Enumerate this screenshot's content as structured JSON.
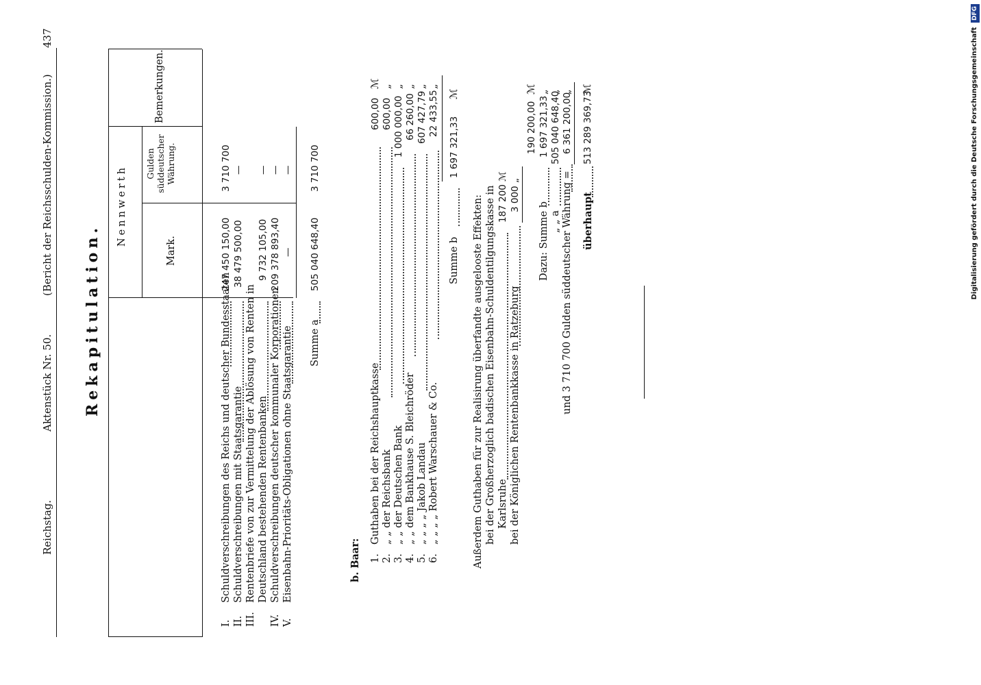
{
  "header": {
    "left": "Reichstag.",
    "middle": "Aktenstück Nr. 50.",
    "right": "(Bericht der Reichsschulden-Kommission.)",
    "page_number": "437"
  },
  "title": "Rekapitulation.",
  "table": {
    "col_nennwerth": "Nennwerth",
    "col_mark": "Mark.",
    "col_gulden": "Gulden süddeutscher Währung.",
    "col_bemerkungen": "Bemerkungen.",
    "rows": [
      {
        "num": "I.",
        "label": "Schuldverschreibungen des Reichs und deutscher Bundesstaaten",
        "mark": "247 450 150,00",
        "gulden": "3 710 700"
      },
      {
        "num": "II.",
        "label": "Schuldverschreibungen mit Staatsgarantie",
        "mark": "38 479 500,00",
        "gulden": "—"
      },
      {
        "num": "III.",
        "label": "Rentenbriefe von zur Vermittelung der Ablösung von Renten in",
        "label2": "Deutschland bestehenden Rentenbanken",
        "mark": "9 732 105,00",
        "gulden": "—"
      },
      {
        "num": "IV.",
        "label": "Schuldverschreibungen deutscher kommunaler Korporationen",
        "mark": "209 378 893,40",
        "gulden": "—"
      },
      {
        "num": "V.",
        "label": "Eisenbahn-Prioritäts-Obligationen ohne Staatsgarantie",
        "mark": "—",
        "gulden": "—"
      }
    ],
    "summe_label": "Summe a",
    "summe_mark": "505 040 648,40",
    "summe_gulden": "3 710 700"
  },
  "baar": {
    "heading": "b. Baar:",
    "rows": [
      {
        "num": "1.",
        "label": "Guthaben bei der Reichshauptkasse",
        "value": "600,00",
        "unit": "ℳ"
      },
      {
        "num": "2.",
        "label": "„ „ der Reichsbank",
        "value": "600,00",
        "unit": "„"
      },
      {
        "num": "3.",
        "label": "„ „ der Deutschen Bank",
        "value": "1 000 000,00",
        "unit": "„"
      },
      {
        "num": "4.",
        "label": "„ „ dem Bankhause S. Bleichröder",
        "value": "66 260,00",
        "unit": "„"
      },
      {
        "num": "5.",
        "label": "„ „ „ „ Jakob Landau",
        "value": "607 427,79",
        "unit": "„"
      },
      {
        "num": "6.",
        "label": "„ „ „ „ Robert Warschauer & Co.",
        "value": "22 433,55",
        "unit": "„"
      }
    ],
    "summe_label": "Summe b",
    "summe_value": "1 697 321,33",
    "summe_unit": "ℳ"
  },
  "ausserdem": {
    "line1": "Außerdem Guthaben für zur Realisirung überfandte ausgelooste Effekten:",
    "line2": "bei der Großherzoglich badischen Eisenbahn-Schuldentilgungskasse in",
    "line3": "Karlsruhe",
    "line3_value": "187 200 ℳ",
    "line4": "bei der Königlichen Rentenbankkasse in Ratzeburg",
    "line4_value": "3 000 „"
  },
  "final": {
    "dazu_label": "Dazu: Summe b",
    "summe_a_label": "„ „ a",
    "und_label": "und 3 710 700 Gulden süddeutscher Währung =",
    "ueberhaupt_label": "überhaupt",
    "v1": "190 200,00",
    "u1": "ℳ",
    "v2": "1 697 321,33",
    "u2": "„",
    "v3": "505 040 648,40",
    "u3": "„",
    "v4": "6 361 200,00",
    "u4": "„",
    "v5": "513 289 369,73",
    "u5": "ℳ"
  },
  "side_note": "Digitalisierung gefördert durch die Deutsche Forschungsgemeinschaft",
  "side_logo": "DFG"
}
